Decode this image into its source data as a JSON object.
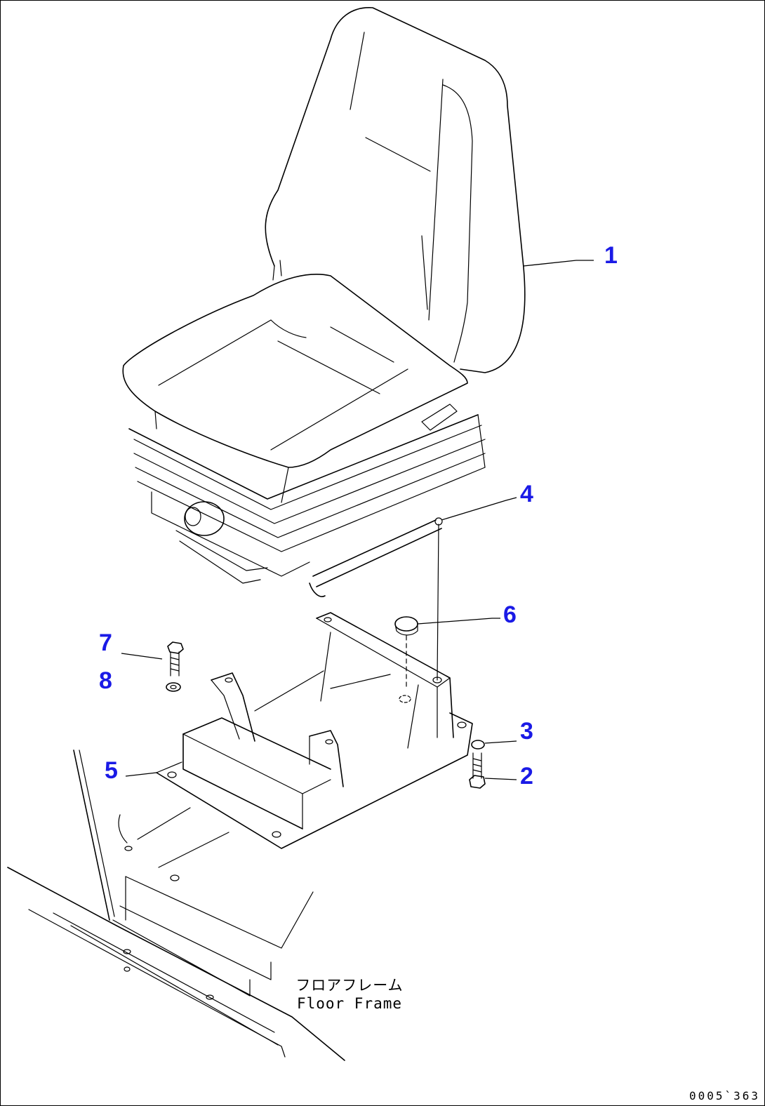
{
  "callouts": {
    "c1": "1",
    "c2": "2",
    "c3": "3",
    "c4": "4",
    "c5": "5",
    "c6": "6",
    "c7": "7",
    "c8": "8"
  },
  "floor_frame_label": {
    "japanese": "フロアフレーム",
    "english": "Floor Frame"
  },
  "drawing_number": "0005`363",
  "colors": {
    "callout": "#1a1ae6",
    "line": "#000000",
    "background": "#ffffff"
  }
}
